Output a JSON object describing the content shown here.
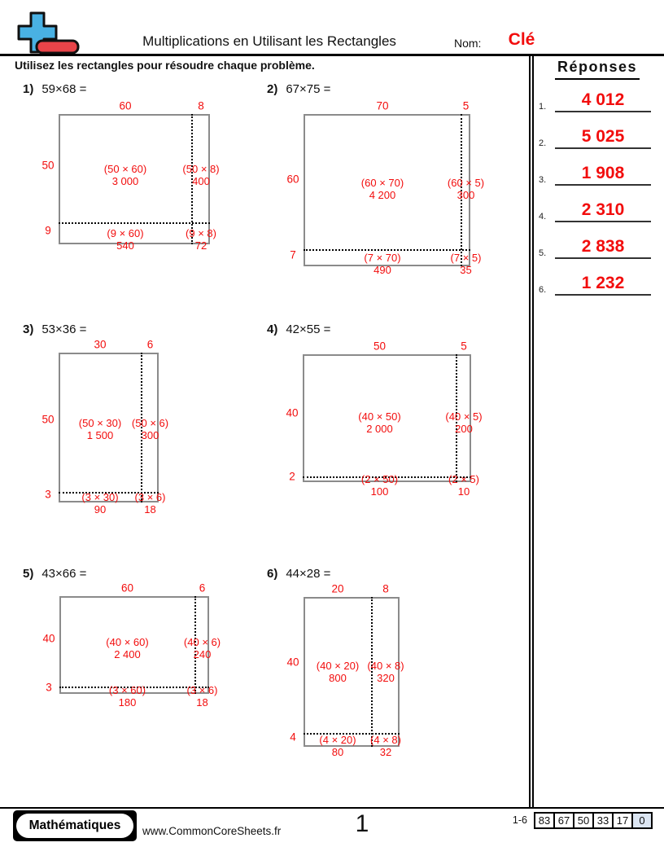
{
  "header": {
    "title": "Multiplications en Utilisant les Rectangles",
    "name_label": "Nom:",
    "name_value": "Clé",
    "instruction": "Utilisez les rectangles pour résoudre chaque problème."
  },
  "answers": {
    "title": "Réponses",
    "items": [
      {
        "number": "1.",
        "value": "4 012"
      },
      {
        "number": "2.",
        "value": "5 025"
      },
      {
        "number": "3.",
        "value": "1 908"
      },
      {
        "number": "4.",
        "value": "2 310"
      },
      {
        "number": "5.",
        "value": "2 838"
      },
      {
        "number": "6.",
        "value": "1 232"
      }
    ]
  },
  "problems": [
    {
      "number": "1)",
      "expression": "59×68 =",
      "top_labels": [
        "60",
        "8"
      ],
      "side_labels": [
        "50",
        "9"
      ],
      "cells": [
        {
          "formula": "(50 × 60)",
          "value": "3 000"
        },
        {
          "formula": "(50 × 8)",
          "value": "400"
        },
        {
          "formula": "(9 × 60)",
          "value": "540"
        },
        {
          "formula": "(9 × 8)",
          "value": "72"
        }
      ]
    },
    {
      "number": "2)",
      "expression": "67×75 =",
      "top_labels": [
        "70",
        "5"
      ],
      "side_labels": [
        "60",
        "7"
      ],
      "cells": [
        {
          "formula": "(60 × 70)",
          "value": "4 200"
        },
        {
          "formula": "(60 × 5)",
          "value": "300"
        },
        {
          "formula": "(7 × 70)",
          "value": "490"
        },
        {
          "formula": "(7 × 5)",
          "value": "35"
        }
      ]
    },
    {
      "number": "3)",
      "expression": "53×36 =",
      "top_labels": [
        "30",
        "6"
      ],
      "side_labels": [
        "50",
        "3"
      ],
      "cells": [
        {
          "formula": "(50 × 30)",
          "value": "1 500"
        },
        {
          "formula": "(50 × 6)",
          "value": "300"
        },
        {
          "formula": "(3 × 30)",
          "value": "90"
        },
        {
          "formula": "(3 × 6)",
          "value": "18"
        }
      ]
    },
    {
      "number": "4)",
      "expression": "42×55 =",
      "top_labels": [
        "50",
        "5"
      ],
      "side_labels": [
        "40",
        "2"
      ],
      "cells": [
        {
          "formula": "(40 × 50)",
          "value": "2 000"
        },
        {
          "formula": "(40 × 5)",
          "value": "200"
        },
        {
          "formula": "(2 × 50)",
          "value": "100"
        },
        {
          "formula": "(2 × 5)",
          "value": "10"
        }
      ]
    },
    {
      "number": "5)",
      "expression": "43×66 =",
      "top_labels": [
        "60",
        "6"
      ],
      "side_labels": [
        "40",
        "3"
      ],
      "cells": [
        {
          "formula": "(40 × 60)",
          "value": "2 400"
        },
        {
          "formula": "(40 × 6)",
          "value": "240"
        },
        {
          "formula": "(3 × 60)",
          "value": "180"
        },
        {
          "formula": "(3 × 6)",
          "value": "18"
        }
      ]
    },
    {
      "number": "6)",
      "expression": "44×28 =",
      "top_labels": [
        "20",
        "8"
      ],
      "side_labels": [
        "40",
        "4"
      ],
      "cells": [
        {
          "formula": "(40 × 20)",
          "value": "800"
        },
        {
          "formula": "(40 × 8)",
          "value": "320"
        },
        {
          "formula": "(4 × 20)",
          "value": "80"
        },
        {
          "formula": "(4 × 8)",
          "value": "32"
        }
      ]
    }
  ],
  "footer": {
    "brand": "Mathématiques",
    "website": "www.CommonCoreSheets.fr",
    "page_number": "1",
    "range_label": "1-6",
    "score_boxes": [
      "83",
      "67",
      "50",
      "33",
      "17",
      "0"
    ]
  },
  "colors": {
    "accent_red": "#f20d0d",
    "logo_blue": "#49b1e3",
    "logo_red": "#e84449",
    "score_highlight": "#dbe5f2",
    "box_border_gray": "#8b8b8b"
  }
}
